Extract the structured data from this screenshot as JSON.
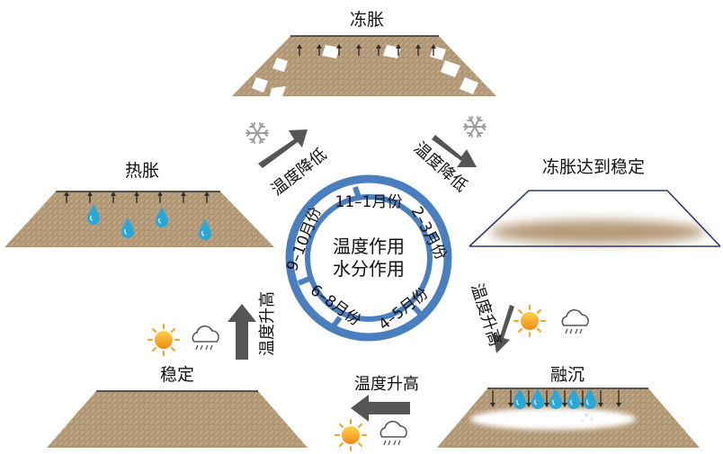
{
  "center": {
    "line1": "温度作用",
    "line2": "水分作用"
  },
  "ring_months": [
    "11–1月份",
    "2–3月份",
    "4–5月份",
    "6–8月份",
    "9–10月份"
  ],
  "stages": {
    "frost_heave": "冻胀",
    "frost_stable": "冻胀达到稳定",
    "thaw_settlement": "融沉",
    "stable": "稳定",
    "thermal_expansion": "热胀"
  },
  "transitions": {
    "cool_right": "温度降低",
    "cool_left": "温度降低",
    "warm_right": "温度升高",
    "warm_bottom": "温度升高",
    "warm_left": "温度升高"
  },
  "colors": {
    "ring": "#4a7fbf",
    "arrow": "#555555",
    "soil": "#b59a78",
    "water": "#29a7d8",
    "sun": "#f4a21c"
  },
  "icons": [
    "snowflake-icon",
    "sun-icon",
    "rain-cloud-icon"
  ]
}
